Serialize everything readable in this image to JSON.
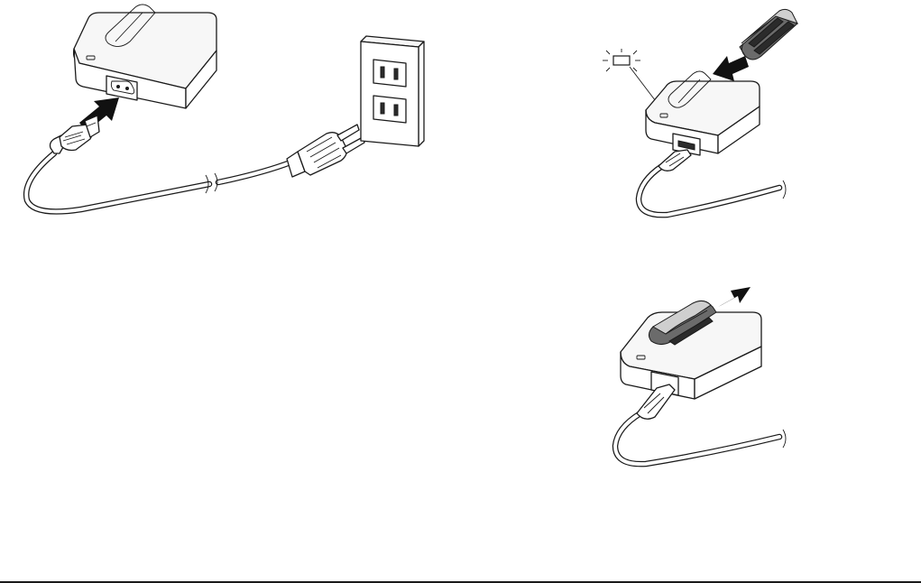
{
  "figure": {
    "panels": [
      {
        "id": "connect-power",
        "parts": [
          "charger",
          "power-cord",
          "wall-outlet",
          "insert-arrows"
        ]
      },
      {
        "id": "insert-battery",
        "parts": [
          "charger",
          "battery-pack",
          "charge-lamp-lit",
          "insert-arrow"
        ]
      },
      {
        "id": "remove-battery",
        "parts": [
          "charger-with-battery",
          "remove-arrow"
        ]
      }
    ],
    "icons": [
      "charger-icon",
      "power-cord-icon",
      "wall-outlet-icon",
      "battery-icon",
      "lamp-icon",
      "arrow-icon"
    ],
    "colors": {
      "line": "#1a1a1a",
      "arrow": "#111111",
      "battery_dark": "#2b2b2b",
      "battery_mid": "#6b6b6b"
    }
  }
}
